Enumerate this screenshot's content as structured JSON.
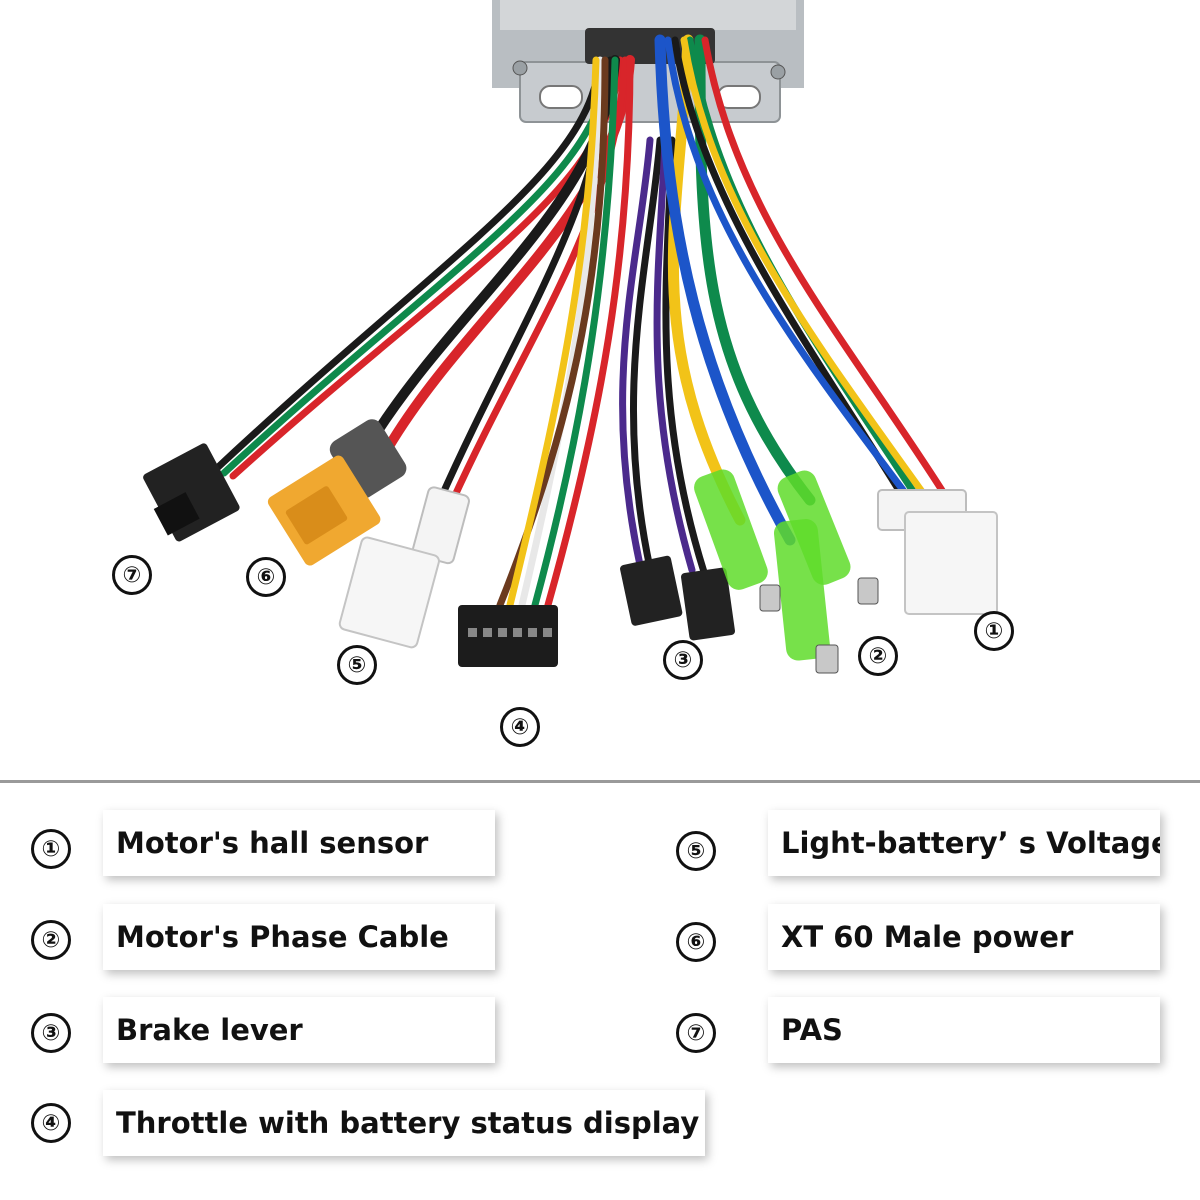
{
  "photo_callouts": [
    {
      "id": "7",
      "label": "⑦"
    },
    {
      "id": "6",
      "label": "⑥"
    },
    {
      "id": "5",
      "label": "⑤"
    },
    {
      "id": "4",
      "label": "④"
    },
    {
      "id": "3",
      "label": "③"
    },
    {
      "id": "2",
      "label": "②"
    },
    {
      "id": "1",
      "label": "①"
    }
  ],
  "legend": [
    {
      "num": "①",
      "text": "Motor's hall sensor"
    },
    {
      "num": "②",
      "text": "Motor's Phase Cable"
    },
    {
      "num": "③",
      "text": "Brake lever"
    },
    {
      "num": "④",
      "text": "Throttle with battery status display"
    },
    {
      "num": "⑤",
      "text": "Light-battery’ s Voltage"
    },
    {
      "num": "⑥",
      "text": "XT 60 Male power"
    },
    {
      "num": "⑦",
      "text": "PAS"
    }
  ],
  "colors": {
    "red": "#d8252a",
    "black": "#1a1a1a",
    "green": "#0e8a4c",
    "blue": "#1c55c9",
    "yellow": "#f2c318",
    "purple": "#4b2a8c",
    "brown": "#6b3a1e",
    "white": "#f4f4f4",
    "xt60": "#f0a830",
    "phase_sleeve": "#5fdc2a"
  }
}
